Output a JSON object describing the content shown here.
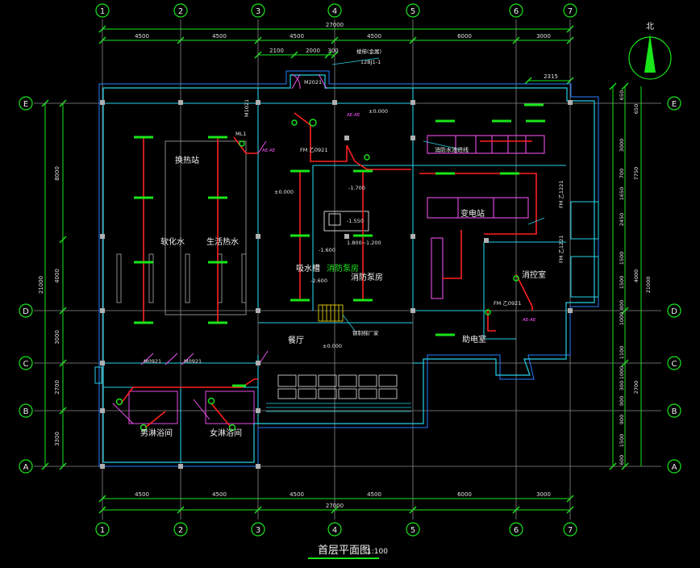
{
  "grid_columns": [
    "1",
    "2",
    "3",
    "4",
    "5",
    "6",
    "7"
  ],
  "grid_rows": [
    "E",
    "D",
    "C",
    "B",
    "A"
  ],
  "dims_top": {
    "total": "27000",
    "spans": [
      "4500",
      "4500",
      "4500",
      "4500",
      "6000",
      "3000"
    ],
    "sub": [
      "2100",
      "2000",
      "300"
    ],
    "right_extra": "2315"
  },
  "dims_bottom": {
    "total": "27000",
    "spans": [
      "4500",
      "4500",
      "4500",
      "4500",
      "6000",
      "3000"
    ]
  },
  "dims_left": {
    "total": "21000",
    "outer": "8000",
    "spans": [
      "4000",
      "3000",
      "2700",
      "3300"
    ]
  },
  "dims_right": {
    "total": "21000",
    "outer_a": "7750",
    "outer_b": "4000",
    "outer_c": "2700",
    "fine": [
      "650",
      "650",
      "3000",
      "700",
      "1650",
      "2450",
      "1500",
      "1500",
      "800",
      "1000",
      "1100",
      "1000",
      "300",
      "900",
      "900",
      "1500",
      "600"
    ]
  },
  "north_label": "北",
  "title": "首层平面图",
  "title_suffix": "1:100",
  "rooms": {
    "heat_exchange": "换热站",
    "softened_water": "软化水",
    "domestic_hot_water": "生活热水",
    "suction_well": "吸水槽",
    "fire_pump_room": "消防泵房",
    "firefighting_pump_room": "消防泵房",
    "transformer": "变电站",
    "control_room": "消控室",
    "dining": "餐厅",
    "duty_room": "助电室",
    "male_shower": "男淋浴间",
    "female_shower": "女淋浴间",
    "fire_water_line": "消防水池进线"
  },
  "labels": {
    "door_m2021": "M2021",
    "door_m1021": "M1021",
    "door_m0921": "M0921",
    "door_m0921b": "M0921",
    "fm_b0921": "FM 乙0921",
    "fm_b0921b": "FM 乙0921",
    "fm_b1221a": "FM 乙1221",
    "fm_b1221b": "FM 乙1221",
    "ml1": "ML1",
    "elev_zero_a": "±0.000",
    "elev_zero_b": "±0.000",
    "elev_zero_c": "±0.000",
    "elev_m1700": "-1.700",
    "elev_m1550": "-1.550",
    "elev_m2600": "-2.600",
    "elev_range": "1.800~1.200",
    "elev_m1600": "-1.600",
    "stair_note": "钢制梯厂家",
    "entry_note": "楼梯(金属)",
    "entry_ref": "12BJ1-1",
    "note_ae": "AE-AE",
    "note_ae2": "AE-AE",
    "note_ae3": "AE-AE"
  }
}
